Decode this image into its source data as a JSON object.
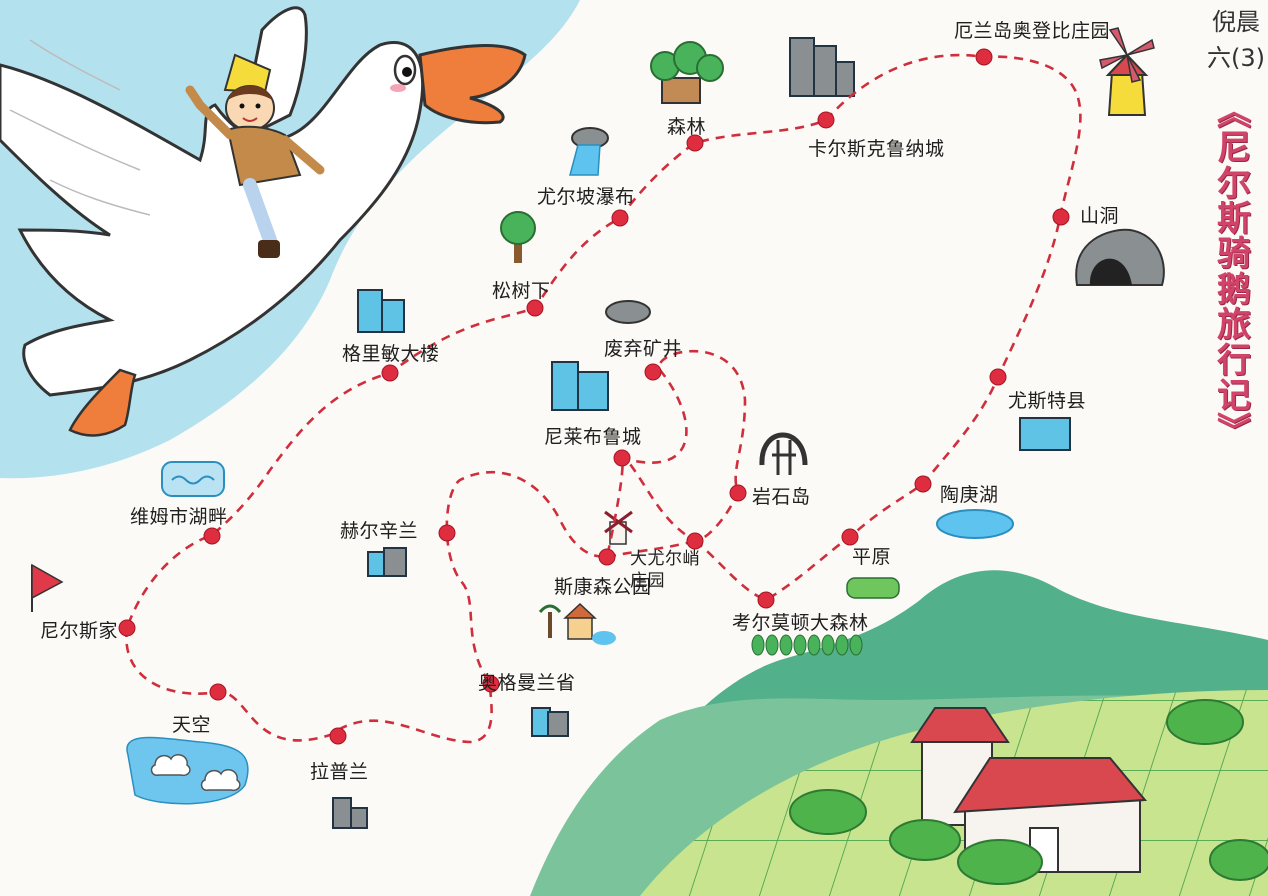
{
  "title": "《尼尔斯骑鹅旅行记》",
  "author": "倪晨 六(3)",
  "colors": {
    "route": "#cf2e3c",
    "title": "#d1446a",
    "hill": "#46a683",
    "field": "#c3e089",
    "goose_beak": "#ef7d3c",
    "sky": "#9dd7ea"
  },
  "places": {
    "nils": "尼尔斯家",
    "tianzhu": "天空",
    "lapulan": "拉普兰",
    "aogemanlan": "奥格曼兰省",
    "hersinglan": "赫尔辛兰",
    "vimmenhu": "维姆市湖畔",
    "gelimin": "格里敏大楼",
    "songshuxia": "松树下",
    "youerpo": "尤尔坡瀑布",
    "senlin": "森林",
    "karlskrona": "卡尔斯克鲁纳城",
    "oland": "厄兰岛奥登比庄园",
    "shandong": "山洞",
    "yousite": "尤斯特县",
    "taogenghu": "陶庚湖",
    "pingyuan": "平原",
    "kaoermoshi": "考尔莫顿大森林",
    "yanshidao": "岩石岛",
    "feiqikuangjing": "废弃矿井",
    "nilaibulu": "尼莱布鲁城",
    "dayouer": "大尤尔峭庄园",
    "sikangsen": "斯康森公园"
  }
}
